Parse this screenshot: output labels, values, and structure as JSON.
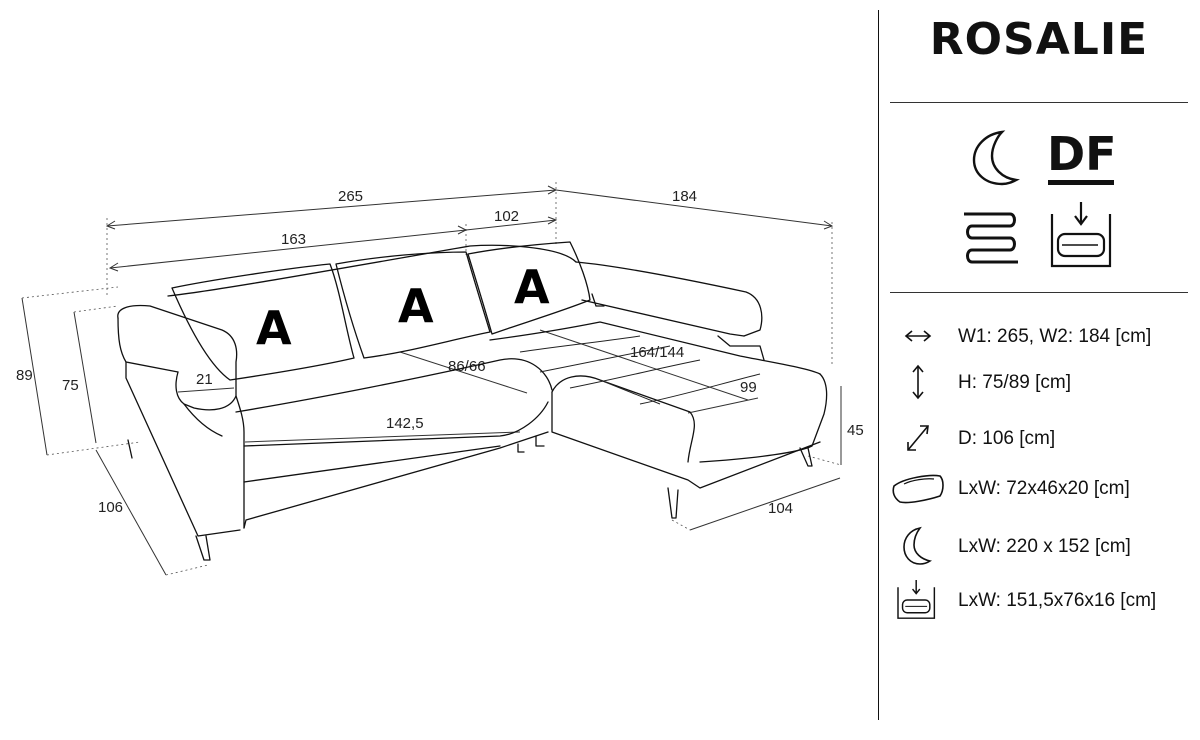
{
  "product": {
    "name": "ROSALIE"
  },
  "pillow_letter": "A",
  "dimensions": {
    "w1_total": "265",
    "w2_total": "184",
    "seat_width_left": "163",
    "seat_width_right": "102",
    "total_height": "89",
    "back_height": "75",
    "depth": "106",
    "armrest_width": "21",
    "seat_depth": "86/66",
    "seat_width": "142,5",
    "chaise_length": "164/144",
    "chaise_seat_width": "99",
    "seat_height": "45",
    "chaise_width": "104"
  },
  "features": {
    "sleep_icon": "moon-icon",
    "df_label": "DF",
    "spring_icon": "spring-icon",
    "storage_icon": "storage-icon"
  },
  "specs": [
    {
      "icon": "width-arrow-icon",
      "text": "W1: 265, W2: 184 [cm]"
    },
    {
      "icon": "height-arrow-icon",
      "text": "H: 75/89 [cm]"
    },
    {
      "icon": "depth-arrow-icon",
      "text": "D: 106 [cm]"
    },
    {
      "icon": "pillow-icon",
      "text": "LxW: 72x46x20 [cm]"
    },
    {
      "icon": "moon-icon",
      "text": "LxW: 220 x 152 [cm]"
    },
    {
      "icon": "storage-icon",
      "text": "LxW: 151,5x76x16 [cm]"
    }
  ]
}
